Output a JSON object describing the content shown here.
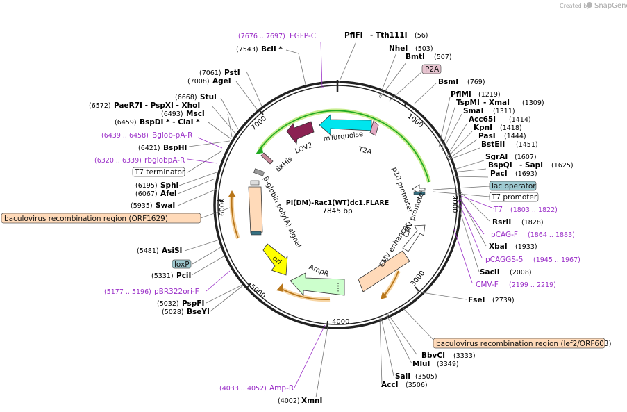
{
  "watermark": {
    "created_by": "Created by",
    "brand": "SnapGene"
  },
  "plasmid": {
    "name": "PI(DM)-Rac1(WT)dc1.FLARE",
    "size": "7845 bp",
    "length": 7845
  },
  "ticks": [
    {
      "label": "1000",
      "bp": 1000
    },
    {
      "label": "2000",
      "bp": 2000
    },
    {
      "label": "3000",
      "bp": 3000
    },
    {
      "label": "4000",
      "bp": 4000
    },
    {
      "label": "5000",
      "bp": 5000
    },
    {
      "label": "6000",
      "bp": 6000
    },
    {
      "label": "7000",
      "bp": 7000
    }
  ],
  "enzymes_right": [
    {
      "name": "PflFI",
      "extra": "- Tth111I",
      "pos": "(56)"
    },
    {
      "name": "NheI",
      "extra": "",
      "pos": "(503)"
    },
    {
      "name": "BmtI",
      "extra": "",
      "pos": "(507)"
    },
    {
      "name": "BsmI",
      "extra": "",
      "pos": "(769)"
    },
    {
      "name": "PflMI",
      "extra": "",
      "pos": "(1219)"
    },
    {
      "name": "TspMI",
      "extra": "- XmaI",
      "pos": "(1309)"
    },
    {
      "name": "SmaI",
      "extra": "",
      "pos": "(1311)"
    },
    {
      "name": "Acc65I",
      "extra": "",
      "pos": "(1414)"
    },
    {
      "name": "KpnI",
      "extra": "",
      "pos": "(1418)"
    },
    {
      "name": "PasI",
      "extra": "",
      "pos": "(1444)"
    },
    {
      "name": "BstEII",
      "extra": "",
      "pos": "(1451)"
    },
    {
      "name": "SgrAI",
      "extra": "",
      "pos": "(1607)"
    },
    {
      "name": "BspQI",
      "extra": "- SapI",
      "pos": "(1625)"
    },
    {
      "name": "PacI",
      "extra": "",
      "pos": "(1693)"
    },
    {
      "name": "RsrII",
      "extra": "",
      "pos": "(1828)"
    },
    {
      "name": "XbaI",
      "extra": "",
      "pos": "(1933)"
    },
    {
      "name": "SacII",
      "extra": "",
      "pos": "(2008)"
    },
    {
      "name": "FseI",
      "extra": "",
      "pos": "(2739)"
    },
    {
      "name": "BbvCI",
      "extra": "",
      "pos": "(3333)"
    },
    {
      "name": "MluI",
      "extra": "",
      "pos": "(3349)"
    },
    {
      "name": "SalI",
      "extra": "",
      "pos": "(3505)"
    },
    {
      "name": "AccI",
      "extra": "",
      "pos": "(3506)"
    },
    {
      "name": "XmnI",
      "extra": "",
      "pos": "(4002)"
    }
  ],
  "enzymes_left": [
    {
      "name": "BclI *",
      "pos": "(7543)"
    },
    {
      "name": "PstI",
      "pos": "(7061)"
    },
    {
      "name": "AgeI",
      "pos": "(7008)"
    },
    {
      "name": "StuI",
      "pos": "(6668)"
    },
    {
      "name": "PaeR7I - PspXI - XhoI",
      "pos": "(6572)"
    },
    {
      "name": "MscI",
      "pos": "(6493)"
    },
    {
      "name": "BspDI * - ClaI *",
      "pos": "(6459)"
    },
    {
      "name": "BspHI",
      "pos": "(6421)"
    },
    {
      "name": "SphI",
      "pos": "(6195)"
    },
    {
      "name": "AfeI",
      "pos": "(6067)"
    },
    {
      "name": "SwaI",
      "pos": "(5935)"
    },
    {
      "name": "AsiSI",
      "pos": "(5481)"
    },
    {
      "name": "PciI",
      "pos": "(5331)"
    },
    {
      "name": "PspFI",
      "pos": "(5032)"
    },
    {
      "name": "BseYI",
      "pos": "(5028)"
    }
  ],
  "primers": [
    {
      "name": "EGFP-C",
      "range": "(7676 .. 7697)"
    },
    {
      "name": "Bglob-pA-R",
      "range": "(6439 .. 6458)"
    },
    {
      "name": "rbglobpA-R",
      "range": "(6320 .. 6339)"
    },
    {
      "name": "pBR322ori-F",
      "range": "(5177 .. 5196)"
    },
    {
      "name": "Amp-R",
      "range": "(4033 .. 4052)"
    },
    {
      "name": "T7",
      "range": "(1803 .. 1822)"
    },
    {
      "name": "pCAG-F",
      "range": "(1864 .. 1883)"
    },
    {
      "name": "pCAGGS-5",
      "range": "(1945 .. 1967)"
    },
    {
      "name": "CMV-F",
      "range": "(2199 .. 2219)"
    }
  ],
  "feature_boxes": [
    {
      "label": "P2A"
    },
    {
      "label": "lac operator"
    },
    {
      "label": "T7 promoter"
    },
    {
      "label": "T7 terminator"
    },
    {
      "label": "loxP"
    },
    {
      "label": "baculovirus recombination region (ORF1629)"
    },
    {
      "label": "baculovirus recombination region (lef2/ORF603)"
    }
  ],
  "inner_features": [
    {
      "label": "mTurquoise"
    },
    {
      "label": "T2A"
    },
    {
      "label": "LOV2"
    },
    {
      "label": "8xHis"
    },
    {
      "label": "β-globin poly(A) signal"
    },
    {
      "label": "p10 promoter"
    },
    {
      "label": "CMV promoter"
    },
    {
      "label": "CMV enhancer"
    },
    {
      "label": "AmpR"
    },
    {
      "label": "ori"
    }
  ],
  "colors": {
    "primer": "#9b30c8",
    "mturquoise": "#00e5ee",
    "lov2": "#8b2252",
    "ori": "#ffff00",
    "ampr": "#ccffcc",
    "recomb": "#ffdab9",
    "lacop": "#9ec9d0",
    "p2a": "#e6c3cf",
    "green_arc": "#22aa22",
    "orange_arc": "#e89a1c"
  }
}
